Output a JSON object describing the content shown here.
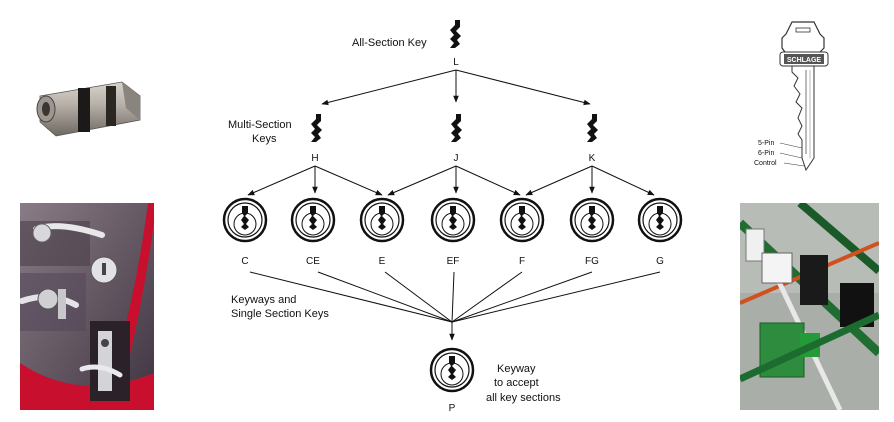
{
  "diagram": {
    "top_label": "All-Section Key",
    "top_letter": "L",
    "multi_label_line1": "Multi-Section",
    "multi_label_line2": "Keys",
    "multi_letters": [
      "H",
      "J",
      "K"
    ],
    "keyway_letters": [
      "C",
      "CE",
      "E",
      "EF",
      "F",
      "FG",
      "G"
    ],
    "keyways_label_line1": "Keyways and",
    "keyways_label_line2": "Single Section Keys",
    "bottom_letter": "P",
    "bottom_label_line1": "Keyway",
    "bottom_label_line2": "to accept",
    "bottom_label_line3": "all key sections"
  },
  "key_photo": {
    "brand": "SCHLAGE",
    "label_5pin": "5-Pin",
    "label_6pin": "6-Pin",
    "label_control": "Control"
  }
}
